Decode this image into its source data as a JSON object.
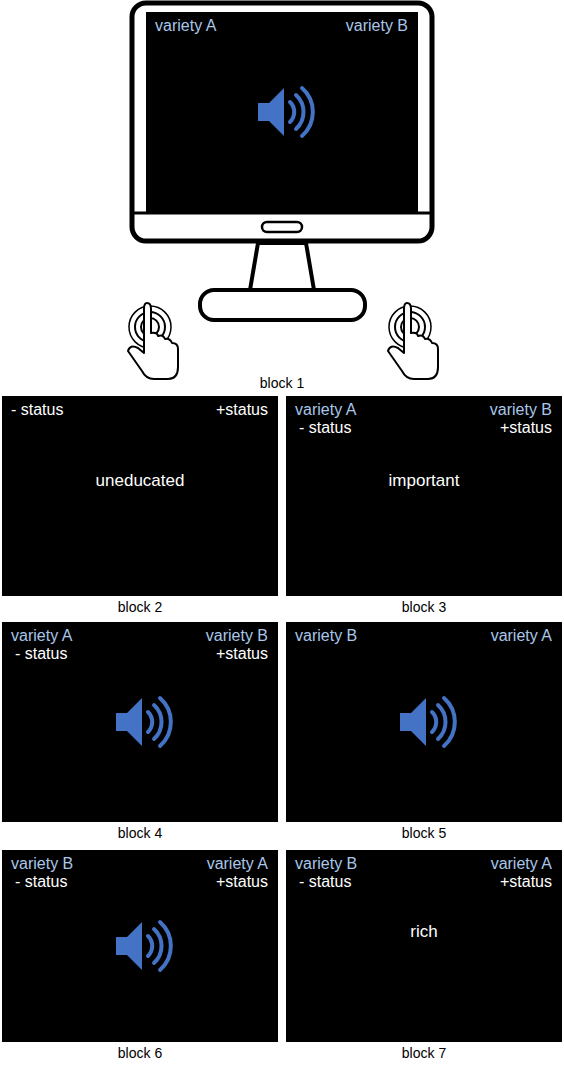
{
  "diagram": {
    "nodes": [
      {
        "text": [
          "variety A",
          "variety B"
        ]
      },
      {
        "text": [
          "- status",
          "+status",
          "uneducated",
          "block 2"
        ]
      },
      {
        "text": [
          "variety A",
          "- status",
          "variety B",
          "+status",
          "important",
          "block 3"
        ]
      },
      {
        "text": [
          "variety A",
          "- status",
          "variety B",
          "+status",
          "block 4"
        ]
      },
      {
        "text": [
          "variety B",
          "variety A",
          "block 5"
        ]
      },
      {
        "text": [
          "variety B",
          "- status",
          "variety A",
          "+status",
          "block 6"
        ]
      },
      {
        "text": [
          "variety B",
          "- status",
          "variety A",
          "+status",
          "rich",
          "block 7"
        ]
      }
    ],
    "labels": [
      "block 1"
    ]
  }
}
